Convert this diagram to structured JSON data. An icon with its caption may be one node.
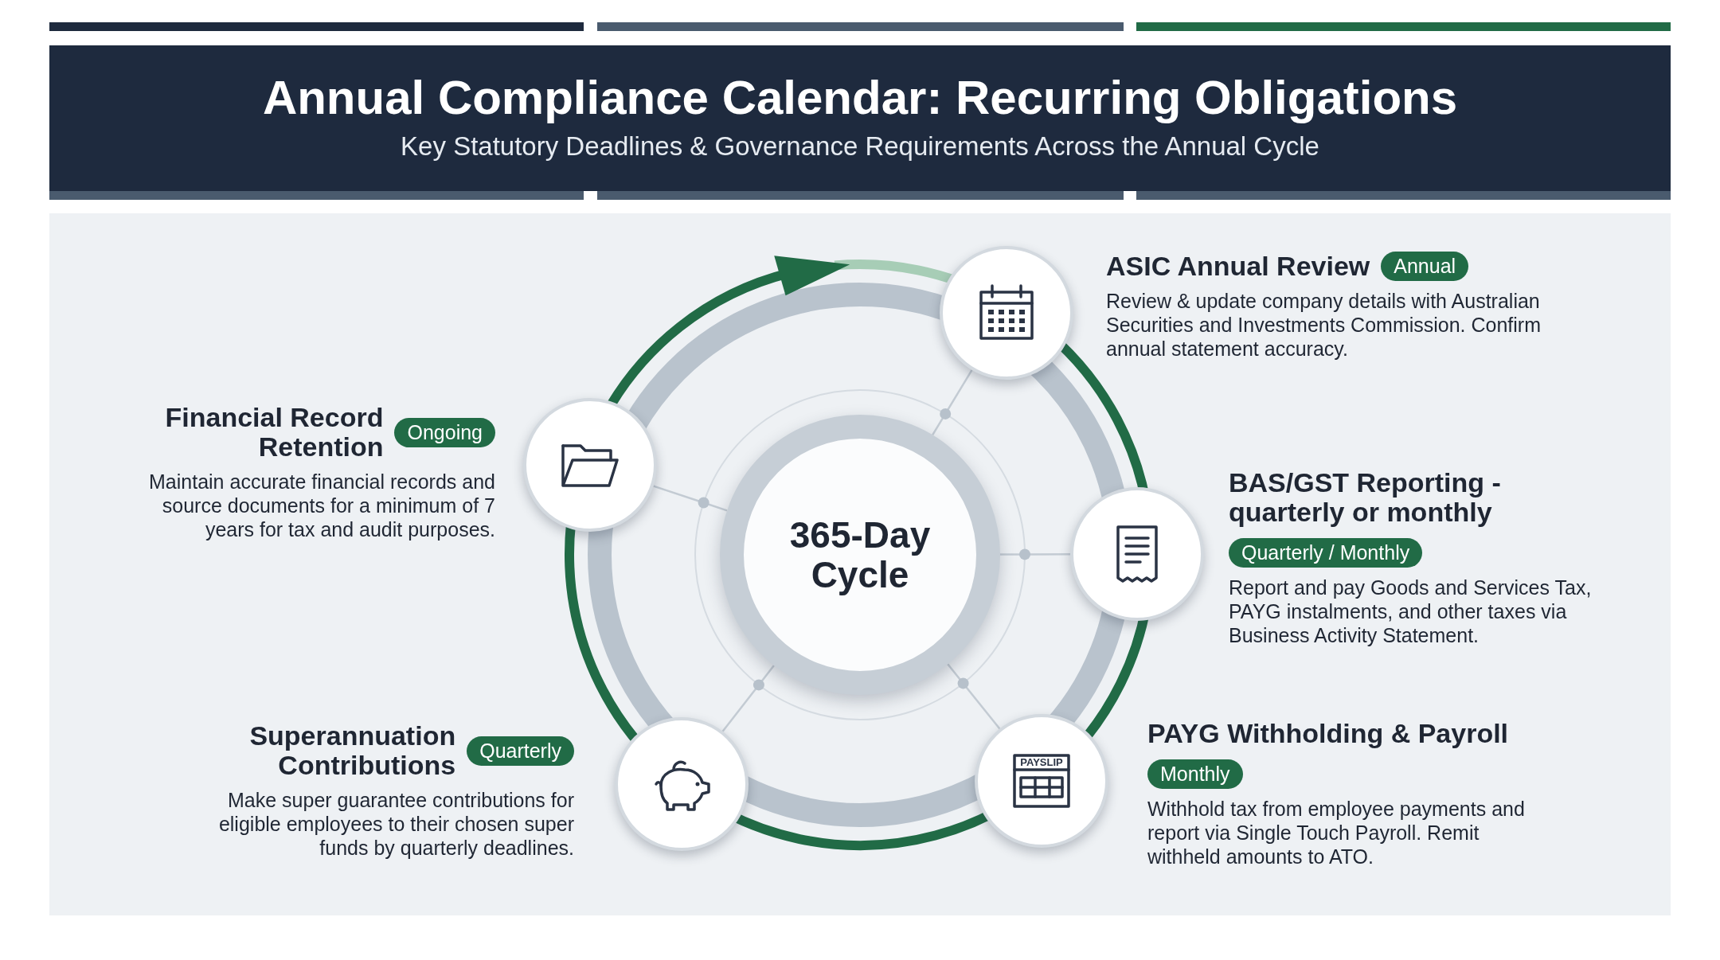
{
  "diagram": {
    "title": "Annual Compliance Calendar: Recurring Obligations",
    "caption": "Key Statutory Deadlines & Governance Requirements Across the Annual Cycle",
    "nodes": [
      {
        "text": [
          "365-Day Cycle"
        ]
      },
      {
        "text": [],
        "shape": "circle",
        "beside": [
          "ASIC Annual Review",
          "Annual",
          "Review & update company details with Australian Securities and Investments Commission. Confirm annual statement accuracy."
        ]
      },
      {
        "text": [],
        "shape": "circle",
        "beside": [
          "Financial Record Retention",
          "Ongoing",
          "Maintain accurate financial records and source documents for a minimum of 7 years for tax and audit purposes."
        ]
      },
      {
        "text": [],
        "shape": "circle",
        "beside": [
          "BAS/GST Reporting - quarterly or monthly",
          "Quarterly / Monthly",
          "Report and pay Goods and Services Tax, PAYG instalments, and other taxes via Business Activity Statement."
        ]
      },
      {
        "text": [],
        "shape": "circle",
        "beside": [
          "Superannuation Contributions",
          "Quarterly",
          "Make super guarantee contributions for eligible employees to their chosen super funds by quarterly deadlines."
        ]
      },
      {
        "text": [],
        "shape": "circle",
        "beside": [
          "PAYG Withholding & Payroll",
          "Monthly",
          "Withhold tax from employee payments and report via Single Touch Payroll. Remit withheld amounts to ATO."
        ]
      }
    ],
    "edges": [
      {
        "from": 0,
        "to": 1,
        "arrow": "none"
      },
      {
        "from": 0,
        "to": 2,
        "arrow": "none"
      },
      {
        "from": 0,
        "to": 3,
        "arrow": "none"
      },
      {
        "from": 0,
        "to": 4,
        "arrow": "none"
      },
      {
        "from": 0,
        "to": 5,
        "arrow": "none"
      }
    ],
    "labels": [
      "PAYSLIP"
    ]
  }
}
